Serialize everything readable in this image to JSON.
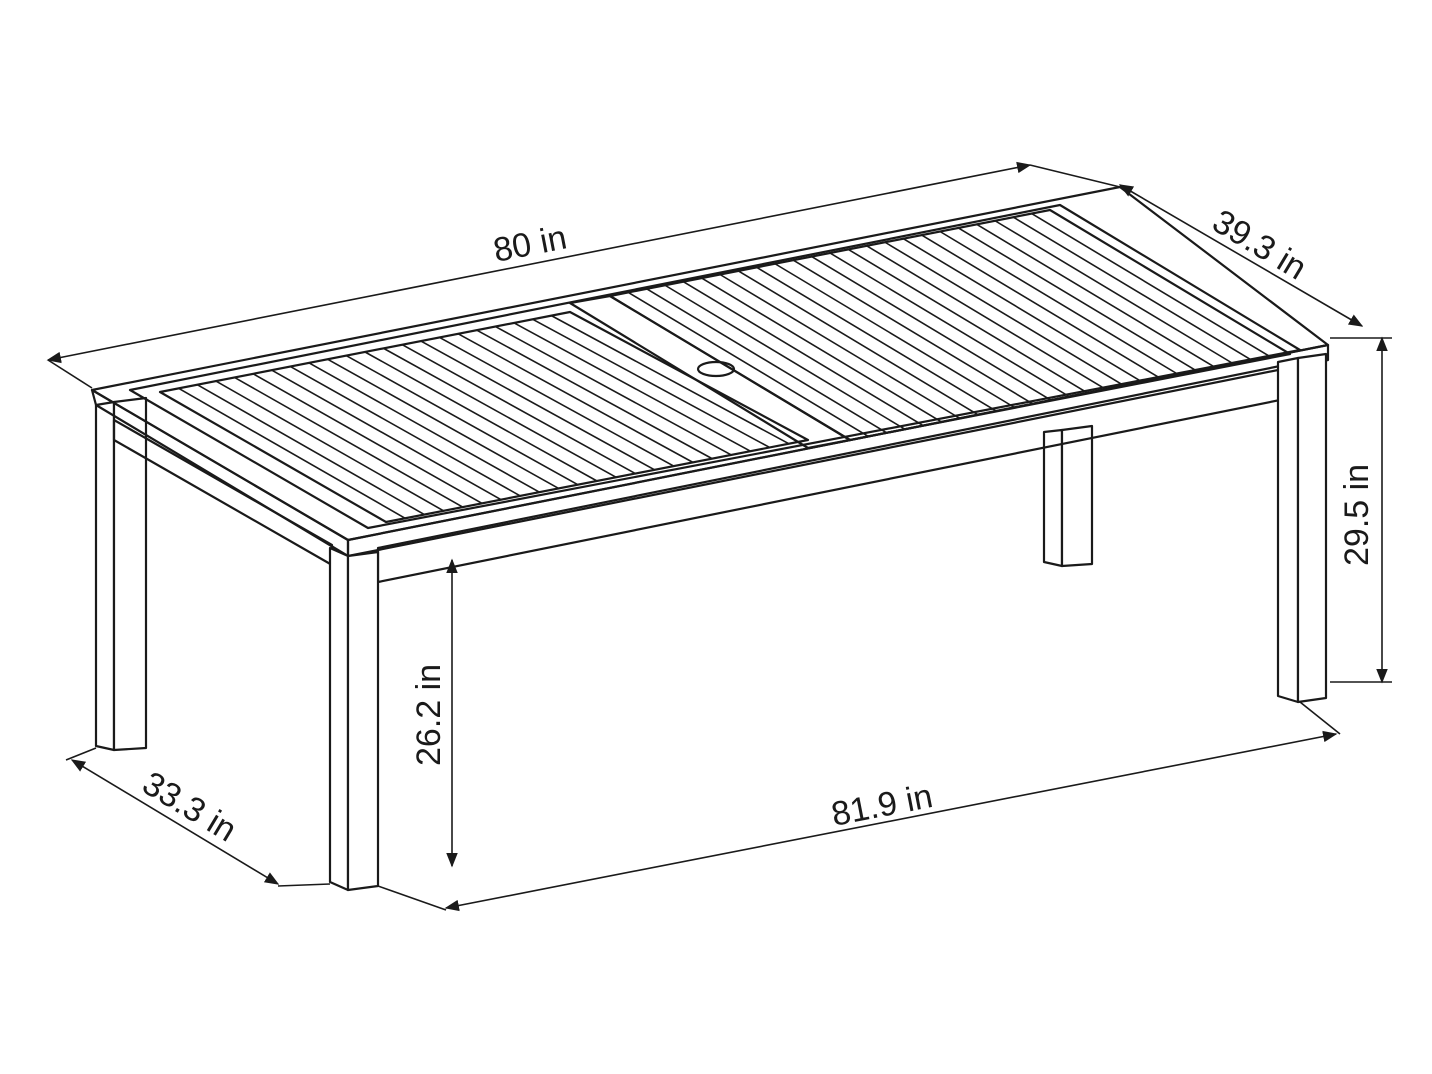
{
  "dimensions": {
    "length_top": "80 in",
    "width_top": "39.3 in",
    "height_total": "29.5 in",
    "clearance_under_apron": "26.2 in",
    "length_legs": "81.9 in",
    "width_legs": "33.3 in"
  },
  "colors": {
    "line": "#1a1a1a",
    "background": "#ffffff"
  }
}
